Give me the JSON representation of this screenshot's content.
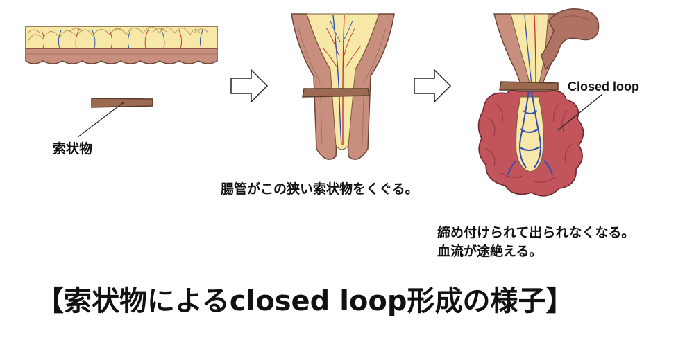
{
  "labels": {
    "cord": "索状物",
    "passes": "腸管がこの狭い索状物をくぐる。",
    "closed_loop": "Closed loop",
    "strangle_line1": "締め付けられて出られなくなる。",
    "strangle_line2": "血流が途絶える。"
  },
  "caption": "【索状物によるclosed loop形成の様子】",
  "icons": [
    "arrow-right-icon",
    "arrow-right-icon"
  ],
  "colors": {
    "fat": "#f7e8a8",
    "bowel_wall": "#c98f7e",
    "bowel_dark": "#a8705f",
    "strangulated": "#c2545c",
    "band": "#9c6a50",
    "artery": "#d03030",
    "vein": "#3050b0"
  }
}
